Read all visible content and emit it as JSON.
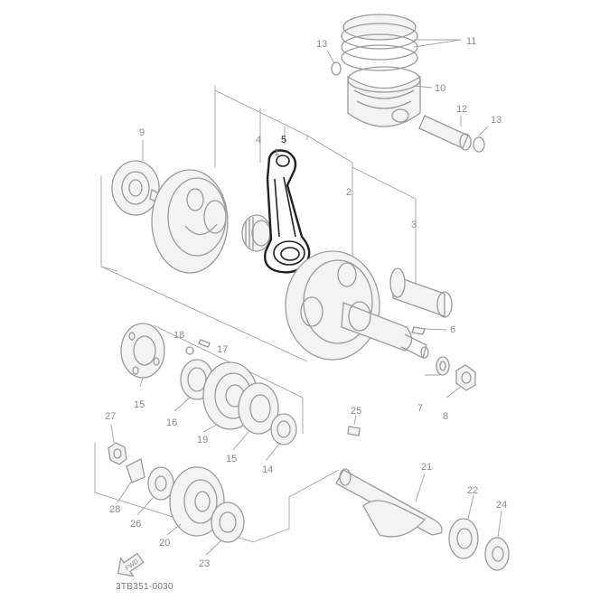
{
  "diagram_code": "3TB351-0030",
  "fwd_label": "FWD",
  "callouts": {
    "c1": "1",
    "c2": "2",
    "c3": "3",
    "c4": "4",
    "c5": "5",
    "c6": "6",
    "c7": "7",
    "c8": "8",
    "c9": "9",
    "c10": "10",
    "c11": "11",
    "c12": "12",
    "c13a": "13",
    "c13b": "13",
    "c14": "14",
    "c15a": "15",
    "c15b": "15",
    "c16": "16",
    "c17": "17",
    "c18": "18",
    "c19": "19",
    "c20": "20",
    "c21": "21",
    "c22": "22",
    "c23": "23",
    "c24": "24",
    "c25": "25",
    "c26": "26",
    "c27": "27",
    "c28": "28"
  },
  "colors": {
    "line": "#9a9a9a",
    "highlight": "#222222",
    "label": "#8a8a8a"
  }
}
